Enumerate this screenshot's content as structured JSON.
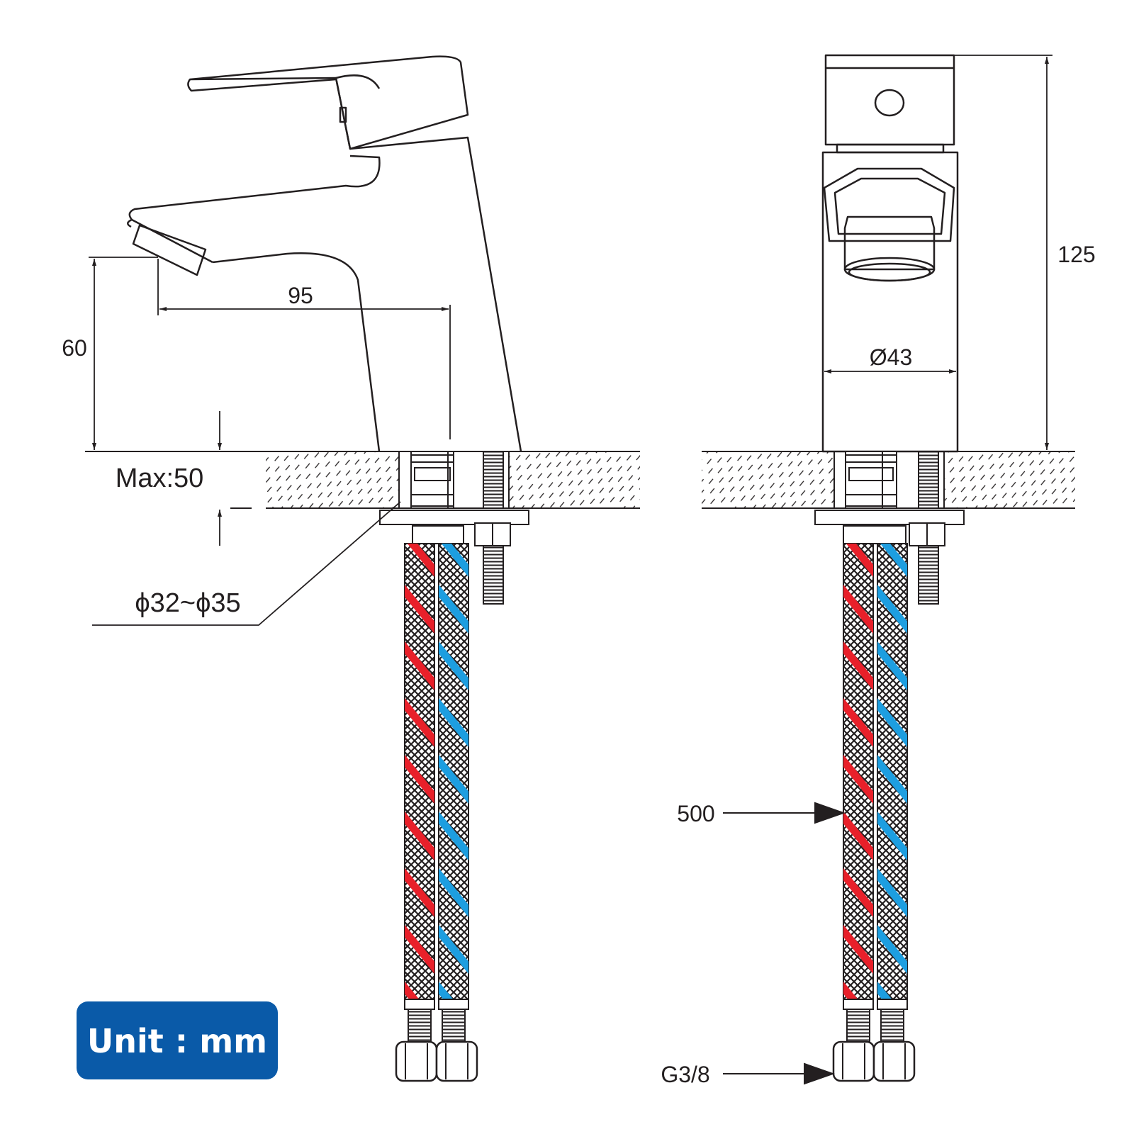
{
  "dimensions": {
    "spout_reach": "95",
    "spout_height": "60",
    "max_deck_thickness": "Max:50",
    "hole_diameter": "ϕ32~ϕ35",
    "total_height": "125",
    "body_diameter": "Ø43",
    "hose_length": "500",
    "thread_size": "G3/8"
  },
  "badge": {
    "label": "Unit : mm",
    "color": "#0a5aa8"
  },
  "colors": {
    "line": "#231f20",
    "hot_stripe": "#e8202a",
    "cold_stripe": "#1d9ee0"
  }
}
